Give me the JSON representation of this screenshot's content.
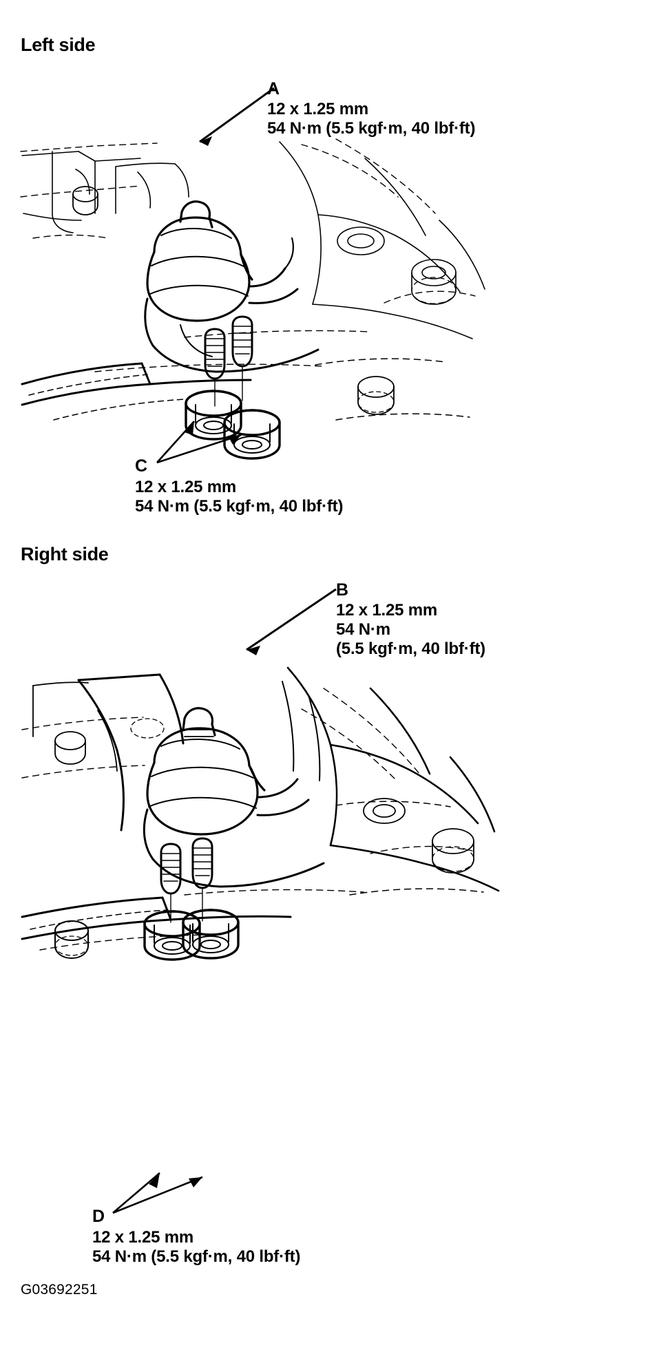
{
  "document": {
    "figure_code": "G03692251"
  },
  "sections": [
    {
      "id": "left-side",
      "heading": "Left side",
      "callouts": [
        {
          "letter": "A",
          "lines": [
            "12 x 1.25 mm",
            "54 N·m (5.5 kgf·m, 40 lbf·ft)"
          ],
          "thread": "12 x 1.25 mm",
          "torque_nm": 54,
          "torque_kgfm": 5.5,
          "torque_lbfft": 40
        },
        {
          "letter": "C",
          "lines": [
            "12 x 1.25 mm",
            "54 N·m (5.5 kgf·m, 40 lbf·ft)"
          ],
          "thread": "12 x 1.25 mm",
          "torque_nm": 54,
          "torque_kgfm": 5.5,
          "torque_lbfft": 40
        }
      ]
    },
    {
      "id": "right-side",
      "heading": "Right side",
      "callouts": [
        {
          "letter": "B",
          "lines": [
            "12 x 1.25 mm",
            "54 N·m",
            "(5.5 kgf·m, 40 lbf·ft)"
          ],
          "thread": "12 x 1.25 mm",
          "torque_nm": 54,
          "torque_kgfm": 5.5,
          "torque_lbfft": 40
        },
        {
          "letter": "D",
          "lines": [
            "12 x 1.25 mm",
            "54 N·m (5.5 kgf·m, 40 lbf·ft)"
          ],
          "thread": "12 x 1.25 mm",
          "torque_nm": 54,
          "torque_kgfm": 5.5,
          "torque_lbfft": 40
        }
      ]
    }
  ],
  "left": {
    "heading": "Left side",
    "callout_a": {
      "letter": "A",
      "line1": "12 x 1.25 mm",
      "line2": "54 N·m (5.5 kgf·m, 40 lbf·ft)"
    },
    "callout_c": {
      "letter": "C",
      "line1": "12 x 1.25 mm",
      "line2": "54 N·m (5.5 kgf·m, 40 lbf·ft)"
    }
  },
  "right": {
    "heading": "Right side",
    "callout_b": {
      "letter": "B",
      "line1": "12 x 1.25 mm",
      "line2": "54 N·m",
      "line3": "(5.5 kgf·m, 40 lbf·ft)"
    },
    "callout_d": {
      "letter": "D",
      "line1": "12 x 1.25 mm",
      "line2": "54 N·m (5.5 kgf·m, 40 lbf·ft)"
    }
  },
  "colors": {
    "ink": "#000000",
    "paper": "#ffffff"
  }
}
